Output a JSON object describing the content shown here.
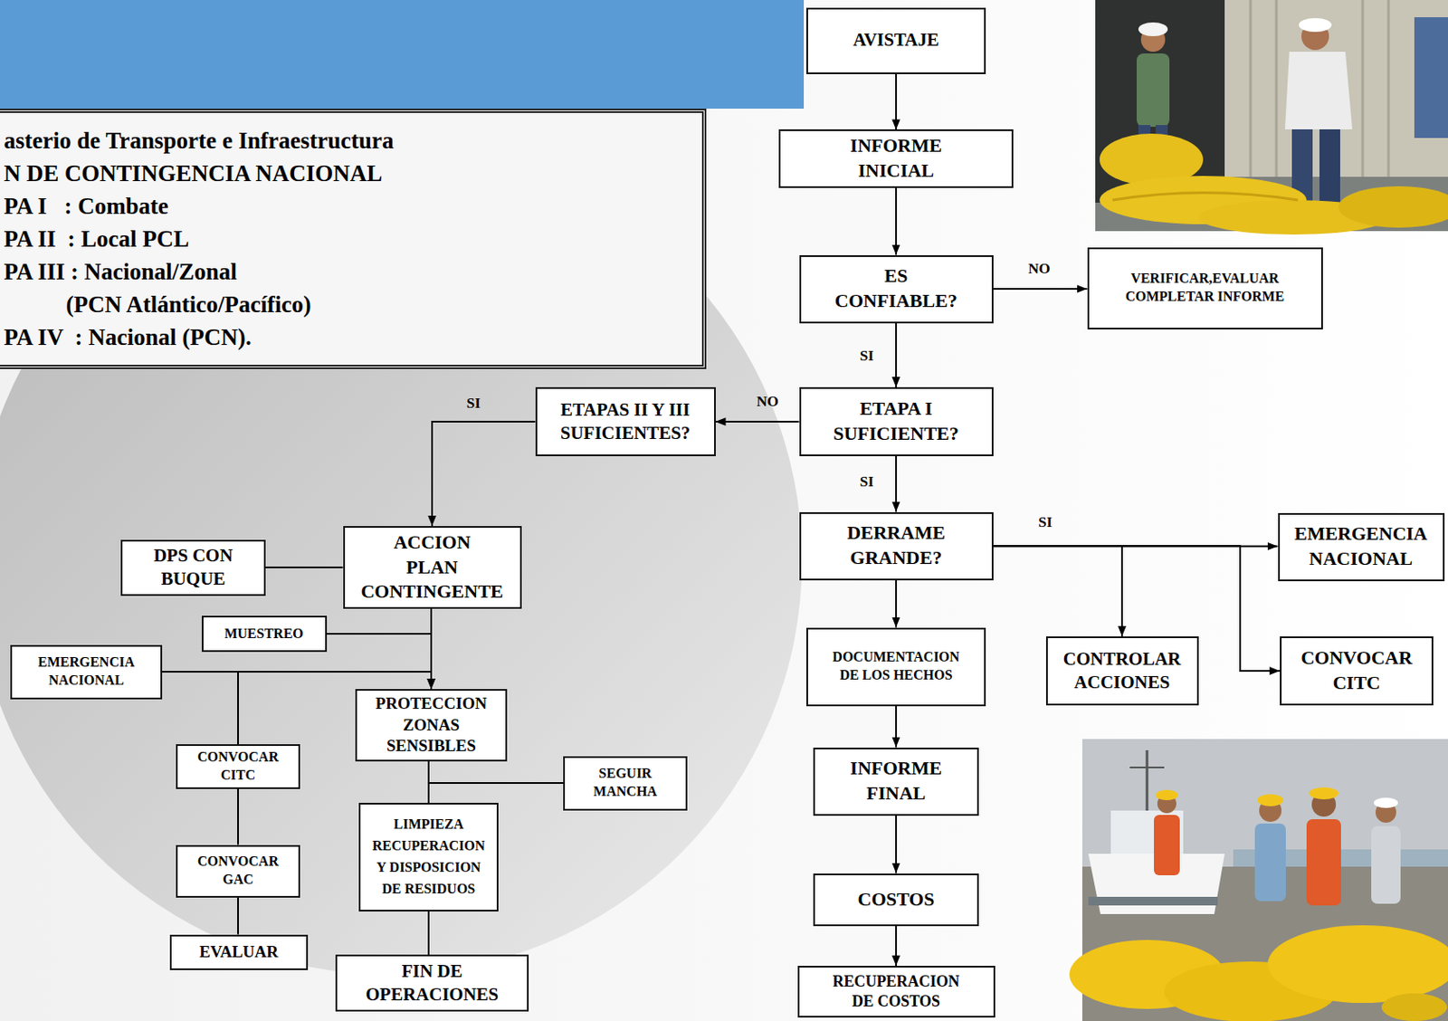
{
  "diagram": {
    "nodes": [
      {
        "text": [
          "asterio de Transporte e Infraestructura",
          "N DE CONTINGENCIA NACIONAL",
          "PA I   : Combate",
          "PA II  : Local PCL",
          "PA III : Nacional/Zonal",
          "(PCN Atlántico/Pacífico)",
          "PA IV  : Nacional (PCN)."
        ]
      },
      {
        "text": [
          "AVISTAJE"
        ]
      },
      {
        "text": [
          "INFORME INICIAL"
        ]
      },
      {
        "text": [
          "ES CONFIABLE?"
        ]
      },
      {
        "text": [
          "VERIFICAR,EVALUAR COMPLETAR INFORME"
        ]
      },
      {
        "text": [
          "ETAPAS II Y III SUFICIENTES?"
        ]
      },
      {
        "text": [
          "ETAPA I SUFICIENTE?"
        ]
      },
      {
        "text": [
          "ACCION PLAN CONTINGENTE"
        ]
      },
      {
        "text": [
          "DPS CON BUQUE"
        ]
      },
      {
        "text": [
          "DERRAME GRANDE?"
        ]
      },
      {
        "text": [
          "EMERGENCIA NACIONAL"
        ]
      },
      {
        "text": [
          "MUESTREO"
        ]
      },
      {
        "text": [
          "EMERGENCIA NACIONAL"
        ]
      },
      {
        "text": [
          "PROTECCION ZONAS SENSIBLES"
        ]
      },
      {
        "text": [
          "DOCUMENTACION DE LOS HECHOS"
        ]
      },
      {
        "text": [
          "CONTROLAR ACCIONES"
        ]
      },
      {
        "text": [
          "CONVOCAR CITC"
        ]
      },
      {
        "text": [
          "CONVOCAR CITC"
        ]
      },
      {
        "text": [
          "SEGUIR MANCHA"
        ]
      },
      {
        "text": [
          "LIMPIEZA RECUPERACION Y DISPOSICION DE RESIDUOS"
        ]
      },
      {
        "text": [
          "INFORME FINAL"
        ]
      },
      {
        "text": [
          "CONVOCAR GAC"
        ]
      },
      {
        "text": [
          "COSTOS"
        ]
      },
      {
        "text": [
          "EVALUAR"
        ]
      },
      {
        "text": [
          "FIN DE OPERACIONES"
        ]
      },
      {
        "text": [
          "RECUPERACION DE COSTOS"
        ]
      }
    ],
    "edges": [
      {
        "from": 1,
        "to": 2,
        "arrow": "to"
      },
      {
        "from": 2,
        "to": 3,
        "arrow": "to"
      },
      {
        "from": 3,
        "to": 4,
        "arrow": "to",
        "label": "NO"
      },
      {
        "from": 3,
        "to": 6,
        "arrow": "to",
        "label": "SI"
      },
      {
        "from": 6,
        "to": 5,
        "arrow": "to",
        "label": "NO"
      },
      {
        "from": 6,
        "to": 9,
        "arrow": "to",
        "label": "SI"
      },
      {
        "from": 5,
        "to": 7,
        "arrow": "to",
        "label": "SI"
      },
      {
        "from": 9,
        "to": 10,
        "arrow": "to",
        "label": "SI"
      },
      {
        "from": 9,
        "to": 15,
        "arrow": "to"
      },
      {
        "from": 9,
        "to": 16,
        "arrow": "to"
      },
      {
        "from": 9,
        "to": 14,
        "arrow": "to"
      },
      {
        "from": 14,
        "to": 20,
        "arrow": "to"
      },
      {
        "from": 20,
        "to": 22,
        "arrow": "to"
      },
      {
        "from": 22,
        "to": 25,
        "arrow": "to"
      },
      {
        "from": 8,
        "to": 7,
        "arrow": "none"
      },
      {
        "from": 7,
        "to": 13,
        "arrow": "to"
      },
      {
        "from": 11,
        "to": 13,
        "arrow": "to"
      },
      {
        "from": 12,
        "to": 13,
        "arrow": "to"
      },
      {
        "from": 12,
        "to": 17,
        "arrow": "none"
      },
      {
        "from": 17,
        "to": 21,
        "arrow": "none"
      },
      {
        "from": 21,
        "to": 23,
        "arrow": "none"
      },
      {
        "from": 13,
        "to": 19,
        "arrow": "none"
      },
      {
        "from": 18,
        "to": 19,
        "arrow": "none"
      },
      {
        "from": 19,
        "to": 24,
        "arrow": "none"
      }
    ]
  }
}
